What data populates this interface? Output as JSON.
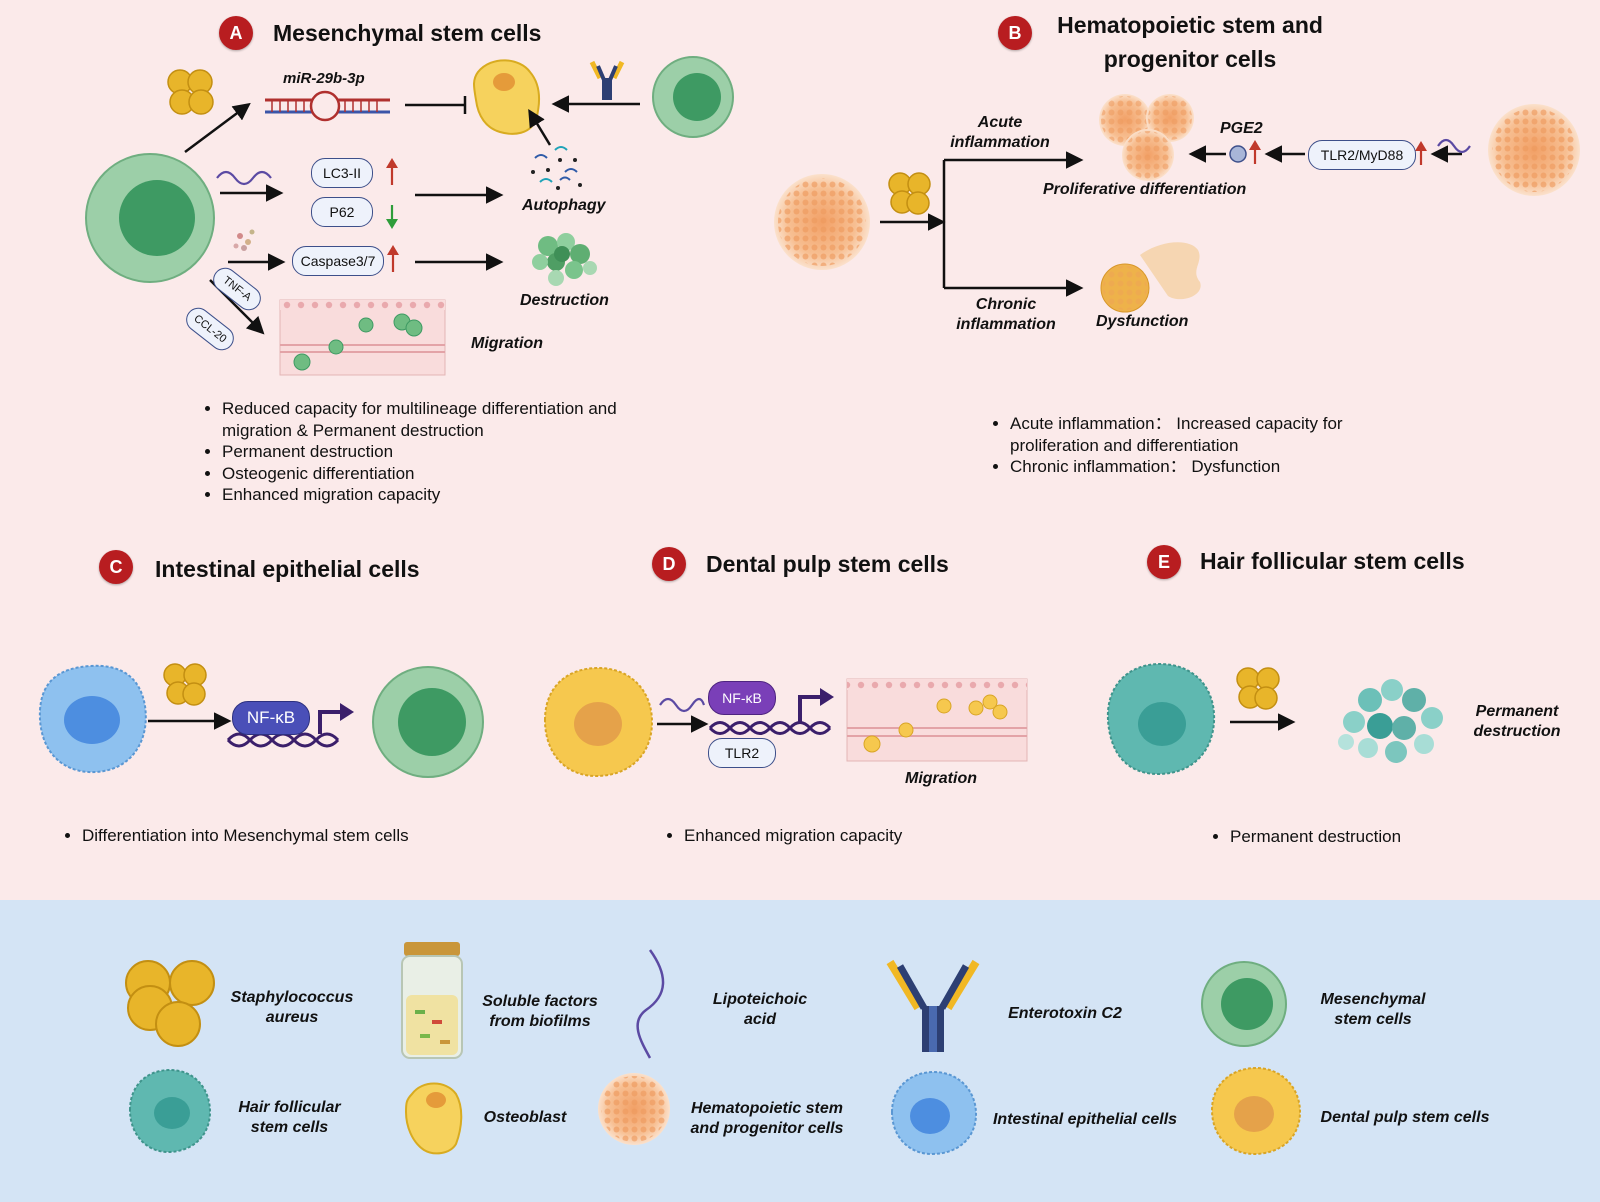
{
  "panels": {
    "A": {
      "badge": "A",
      "title": "Mesenchymal stem cells",
      "mirna": "miR-29b-3p",
      "lc3": "LC3-II",
      "p62": "P62",
      "caspase": "Caspase3/7",
      "tnfa": "TNF-A",
      "ccl20": "CCL-20",
      "autophagy": "Autophagy",
      "destruction": "Destruction",
      "migration": "Migration",
      "bullets": [
        "Reduced capacity for multilineage differentiation and migration & Permanent destruction",
        "Permanent destruction",
        "Osteogenic differentiation",
        "Enhanced migration capacity"
      ]
    },
    "B": {
      "badge": "B",
      "title_line1": "Hematopoietic stem and",
      "title_line2": "progenitor cells",
      "acute": "Acute inflammation",
      "chronic": "Chronic inflammation",
      "pge2": "PGE2",
      "tlr2myd88": "TLR2/MyD88",
      "prolif": "Proliferative differentiation",
      "dysfunction": "Dysfunction",
      "bullets": [
        "Acute inflammation： Increased capacity for proliferation and differentiation",
        "Chronic inflammation： Dysfunction"
      ]
    },
    "C": {
      "badge": "C",
      "title": "Intestinal epithelial cells",
      "nfkb": "NF-κB",
      "bullets": [
        "Differentiation into Mesenchymal stem cells"
      ]
    },
    "D": {
      "badge": "D",
      "title": "Dental pulp stem cells",
      "nfkb": "NF-κB",
      "tlr2": "TLR2",
      "migration": "Migration",
      "bullets": [
        "Enhanced migration capacity"
      ]
    },
    "E": {
      "badge": "E",
      "title": "Hair follicular stem cells",
      "perm": "Permanent destruction",
      "bullets": [
        "Permanent destruction"
      ]
    }
  },
  "legend": {
    "staph": "Staphylococcus aureus",
    "soluble": "Soluble factors from biofilms",
    "lta": "Lipoteichoic acid",
    "enterotoxin": "Enterotoxin C2",
    "msc": "Mesenchymal stem cells",
    "hfsc": "Hair follicular stem cells",
    "osteoblast": "Osteoblast",
    "hspc": "Hematopoietic stem and progenitor cells",
    "iec": "Intestinal epithelial cells",
    "dpsc": "Dental pulp stem cells"
  },
  "colors": {
    "badge": "#b81d20",
    "up_arrow": "#c0392b",
    "down_arrow": "#2e9d3a",
    "msc_outer": "#8fc79c",
    "msc_inner": "#3e9a63"
  }
}
